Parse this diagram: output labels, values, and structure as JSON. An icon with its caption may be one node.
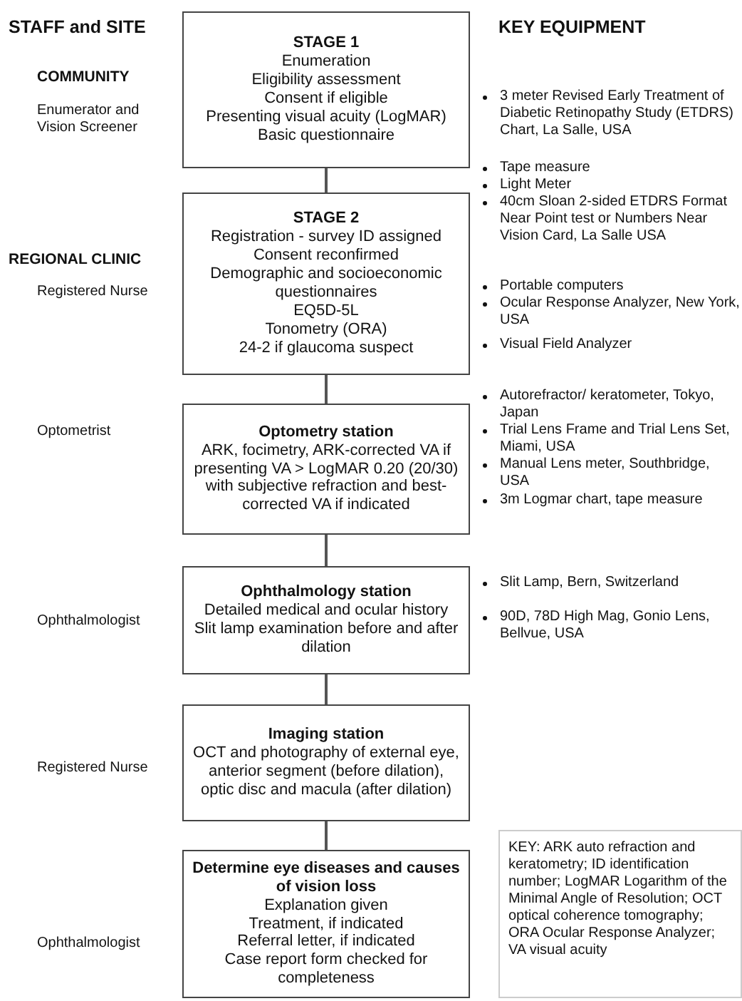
{
  "diagram": {
    "nodes": [
      {
        "text": [
          "STAGE 1",
          "Enumeration",
          "Eligibility assessment",
          "Consent if eligible",
          "Presenting visual acuity (LogMAR)",
          "Basic questionnaire"
        ]
      },
      {
        "text": [
          "STAGE 2",
          "Registration - survey ID assigned",
          "Consent reconfirmed",
          "Demographic and socioeconomic questionnaires",
          "EQ5D-5L",
          "Tonometry (ORA)",
          "24-2 if glaucoma suspect"
        ]
      },
      {
        "text": [
          "Optometry station",
          "ARK, focimetry, ARK-corrected VA if presenting VA > LogMAR 0.20 (20/30) with subjective refraction and best-corrected VA if indicated"
        ]
      },
      {
        "text": [
          "Ophthalmology station",
          "Detailed medical and ocular history",
          "Slit lamp examination before and after dilation"
        ]
      },
      {
        "text": [
          "Imaging station",
          "OCT and photography of external eye, anterior segment (before dilation), optic disc and macula (after dilation)"
        ]
      },
      {
        "text": [
          "Determine eye diseases and causes of vision loss",
          "Explanation given",
          "Treatment, if indicated",
          "Referral letter, if indicated",
          "Case report form checked for completeness"
        ]
      },
      {
        "text": [
          "KEY: ARK auto refraction and keratometry; ID identification number; LogMAR Logarithm of the Minimal Angle of Resolution; OCT optical coherence tomography; ORA Ocular Response Analyzer; VA visual acuity"
        ]
      }
    ],
    "edges": [
      {
        "from": 0,
        "to": 1,
        "arrow": "none"
      },
      {
        "from": 1,
        "to": 2,
        "arrow": "none"
      },
      {
        "from": 2,
        "to": 3,
        "arrow": "none"
      },
      {
        "from": 3,
        "to": 4,
        "arrow": "none"
      },
      {
        "from": 4,
        "to": 5,
        "arrow": "none"
      }
    ],
    "labels": [
      "STAFF and SITE",
      "KEY EQUIPMENT",
      "COMMUNITY",
      "Enumerator and Vision Screener",
      "3 meter Revised Early Treatment of Diabetic Retinopathy Study (ETDRS) Chart, La Salle, USA",
      "Tape measure",
      "Light Meter",
      "40cm Sloan 2-sided ETDRS Format Near Point test or Numbers Near Vision Card, La Salle USA",
      "REGIONAL CLINIC",
      "Registered Nurse",
      "Portable computers",
      "Ocular Response Analyzer, New York, USA",
      "Visual Field Analyzer",
      "Optometrist",
      "Autorefractor/ keratometer, Tokyo, Japan",
      "Trial Lens Frame and Trial Lens Set, Miami, USA",
      "Manual Lens meter, Southbridge, USA",
      "3m Logmar chart, tape measure",
      "Ophthalmologist",
      "Slit Lamp, Bern, Switzerland",
      "90D, 78D High Mag, Gonio Lens, Bellvue, USA",
      "Registered Nurse",
      "Ophthalmologist"
    ]
  }
}
